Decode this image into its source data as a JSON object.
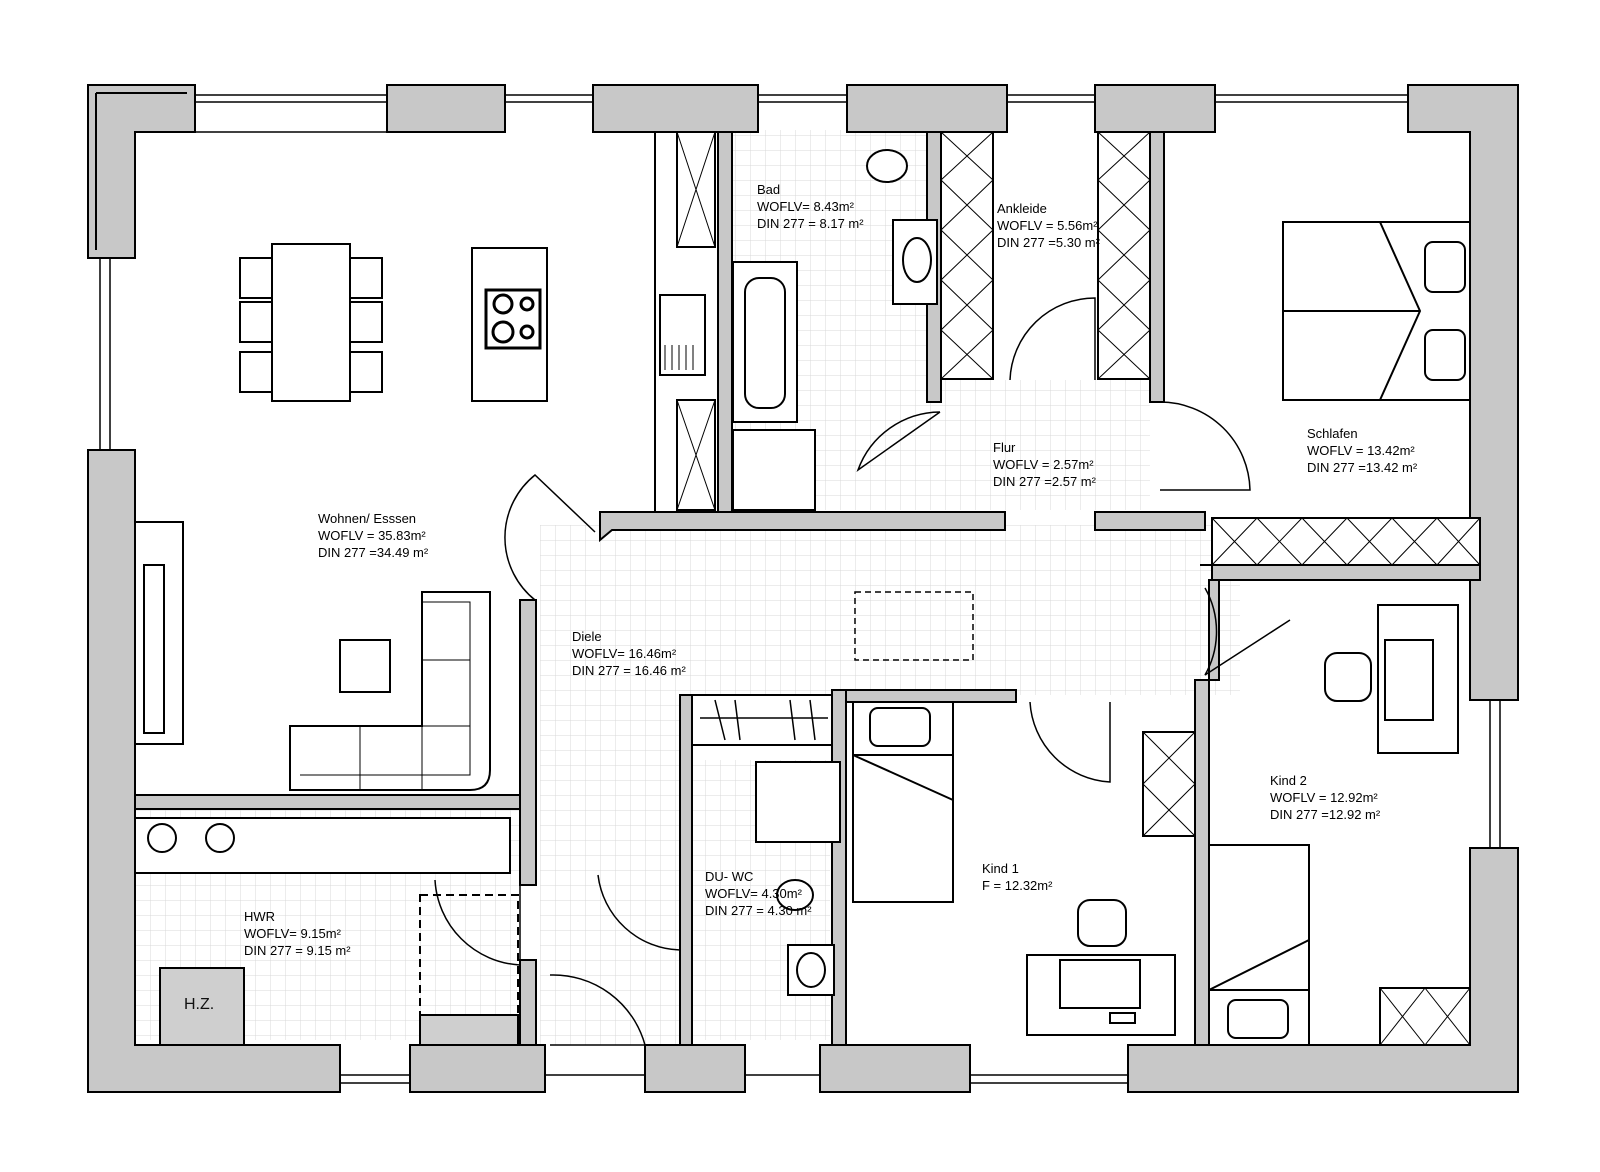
{
  "colors": {
    "wall_fill": "#c8c8c8",
    "wall_stroke": "#000000",
    "tile_grid": "#d9d9d9",
    "furniture": "#000000",
    "background": "#ffffff",
    "hz_fill": "#cfcfcf"
  },
  "rooms": {
    "bad": {
      "name": "Bad",
      "line1": "WOFLV= 8.43m²",
      "line2": "DIN 277 = 8.17 m²"
    },
    "ankleide": {
      "name": "Ankleide",
      "line1": "WOFLV = 5.56m²",
      "line2": "DIN 277 =5.30 m²"
    },
    "schlafen": {
      "name": "Schlafen",
      "line1": "WOFLV = 13.42m²",
      "line2": "DIN 277 =13.42 m²"
    },
    "flur": {
      "name": "Flur",
      "line1": "WOFLV = 2.57m²",
      "line2": "DIN 277 =2.57 m²"
    },
    "wohnen": {
      "name": "Wohnen/ Esssen",
      "line1": "WOFLV = 35.83m²",
      "line2": "DIN 277 =34.49 m²"
    },
    "diele": {
      "name": "Diele",
      "line1": "WOFLV= 16.46m²",
      "line2": "DIN 277 = 16.46 m²"
    },
    "kind2": {
      "name": "Kind 2",
      "line1": "WOFLV = 12.92m²",
      "line2": "DIN 277 =12.92 m²"
    },
    "kind1": {
      "name": "Kind 1",
      "line1": "F = 12.32m²"
    },
    "du_wc": {
      "name": "DU- WC",
      "line1": "WOFLV= 4.30m²",
      "line2": "DIN 277 = 4.30 m²"
    },
    "hwr": {
      "name": "HWR",
      "line1": "WOFLV= 9.15m²",
      "line2": "DIN 277 = 9.15 m²"
    }
  },
  "heating": {
    "label": "H.Z."
  }
}
